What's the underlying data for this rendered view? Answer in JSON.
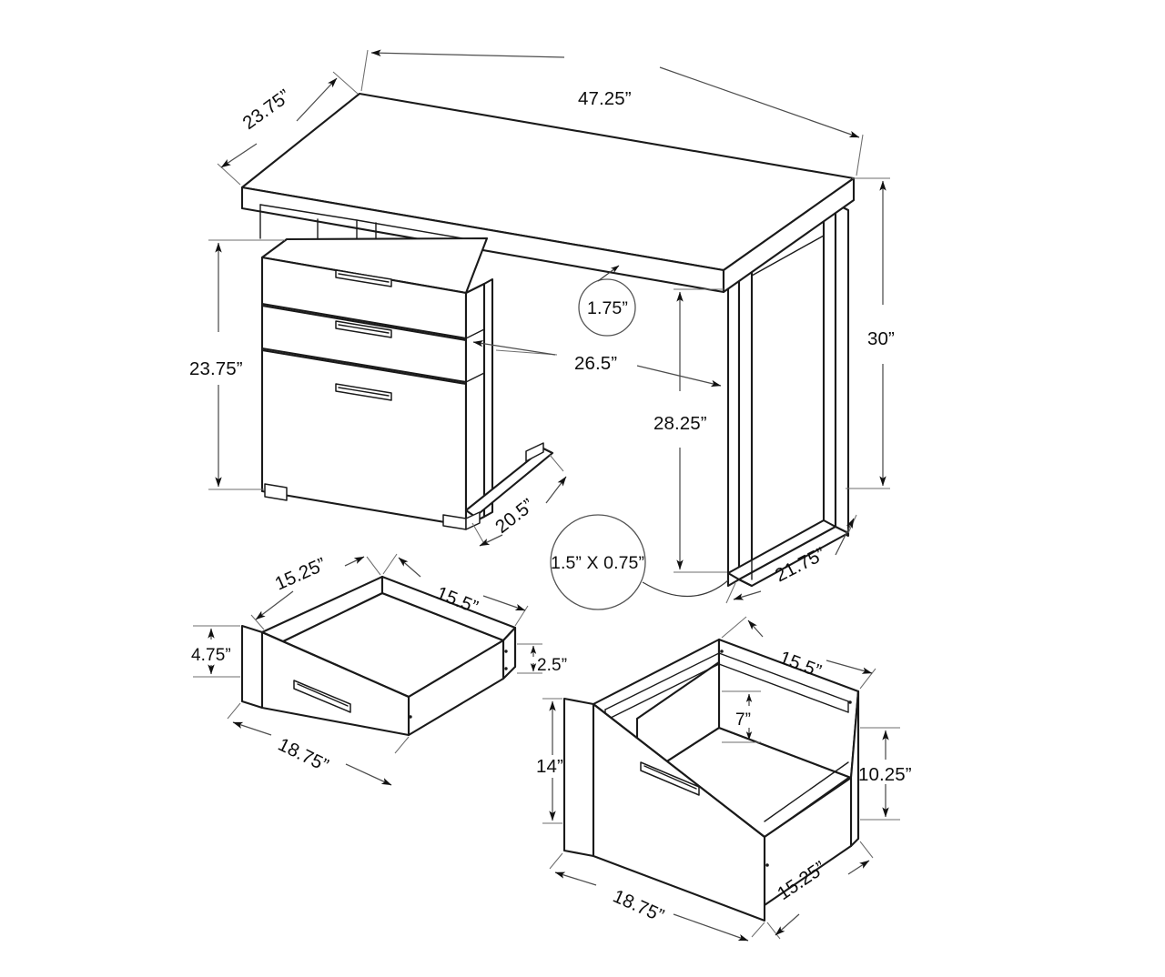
{
  "drawing": {
    "title": "Computer Desk Dimension Drawing",
    "units": "inches",
    "line_color": "#1a1a1a",
    "dim_color": "#0d0d0d",
    "background": "#ffffff"
  },
  "views": {
    "desk": {
      "name": "desk-assembly-view"
    },
    "shallow_drawer": {
      "name": "shallow-drawer-view"
    },
    "deep_drawer": {
      "name": "deep-drawer-view"
    }
  },
  "dimensions": {
    "desk_width": "47.25”",
    "desk_depth": "23.75”",
    "desk_height": "30”",
    "cabinet_height": "23.75”",
    "cabinet_depth": "20.5”",
    "knee_width": "26.5”",
    "knee_height": "28.25”",
    "top_thickness": "1.75”",
    "leg_depth": "21.75”",
    "leg_profile": "1.5” X 0.75”",
    "shallow_side": "15.25”",
    "shallow_back": "15.5”",
    "shallow_front_height": "4.75”",
    "shallow_side_height": "2.5”",
    "shallow_width": "18.75”",
    "deep_back": "15.5”",
    "deep_divider_height": "7”",
    "deep_front_height": "14”",
    "deep_side_height": "10.25”",
    "deep_width": "18.75”",
    "deep_side": "15.25”"
  }
}
